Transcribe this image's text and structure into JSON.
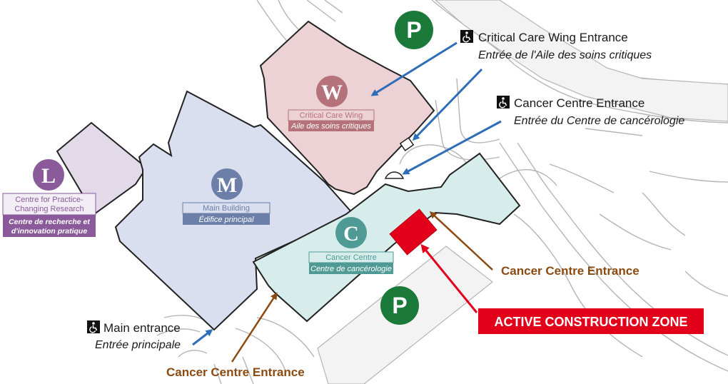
{
  "colors": {
    "main_building": "#dadff0",
    "critical_care": "#ecd2d4",
    "cancer_centre": "#d7edec",
    "practice_changing": "#e2d9e9",
    "road": "#b5b5b5",
    "parking_green": "#1b7a3a",
    "blue_arrow": "#2e6db8",
    "brown_arrow": "#8a4a10",
    "red": "#e3001b",
    "badge_w": "#b5727a",
    "badge_m": "#6b7fa8",
    "badge_c": "#4f9a94",
    "badge_l": "#8a5a9a"
  },
  "buildings": {
    "critical_care": {
      "letter": "W",
      "name_en": "Critical Care Wing",
      "name_fr": "Aile des soins critiques"
    },
    "main": {
      "letter": "M",
      "name_en": "Main Building",
      "name_fr": "Édifice principal"
    },
    "cancer": {
      "letter": "C",
      "name_en": "Cancer Centre",
      "name_fr": "Centre de cancérologie"
    },
    "practice": {
      "letter": "L",
      "name_en_1": "Centre for Practice-",
      "name_en_2": "Changing Research",
      "name_fr_1": "Centre de recherche et",
      "name_fr_2": "d'innovation pratique"
    }
  },
  "parking": {
    "symbol": "P"
  },
  "entrances": {
    "critical_care": {
      "icon": "wheelchair-icon",
      "title": "Critical Care Wing Entrance",
      "subtitle": "Entrée de l'Aile des soins critiques"
    },
    "cancer_accessible": {
      "icon": "wheelchair-icon",
      "title": "Cancer Centre Entrance",
      "subtitle": "Entrée du Centre de cancérologie"
    },
    "main": {
      "icon": "wheelchair-icon",
      "title": "Main entrance",
      "subtitle": "Entrée principale"
    },
    "cancer_right": {
      "title": "Cancer Centre Entrance"
    },
    "cancer_bottom": {
      "title": "Cancer Centre Entrance"
    }
  },
  "construction": {
    "label": "ACTIVE CONSTRUCTION ZONE"
  }
}
